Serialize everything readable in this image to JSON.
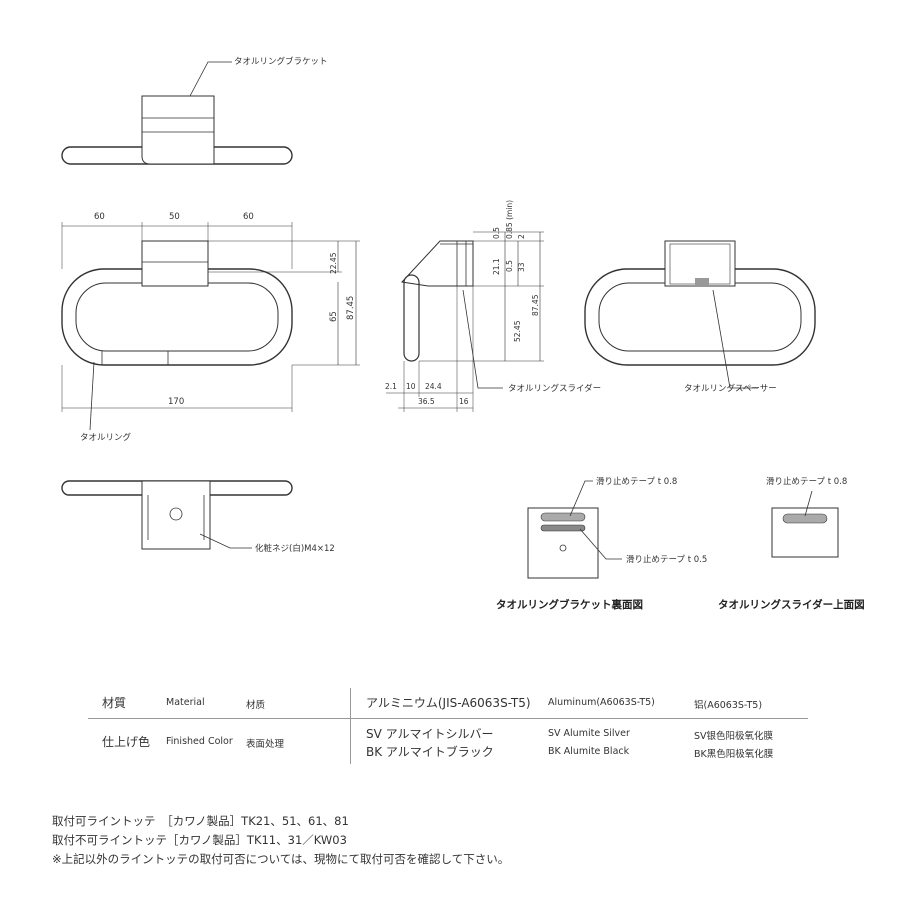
{
  "callouts": {
    "bracket": "タオルリングブラケット",
    "ring": "タオルリング",
    "slider": "タオルリングスライダー",
    "spacer": "タオルリングスペーサー",
    "screw": "化粧ネジ(白)M4×12",
    "tape_08_a": "滑り止めテープ t 0.8",
    "tape_05": "滑り止めテープ t 0.5",
    "tape_08_b": "滑り止めテープ t 0.8"
  },
  "dimensions": {
    "front_widths": [
      "60",
      "50",
      "60"
    ],
    "front_total": "170",
    "front_heights": [
      "22.45",
      "65",
      "87.45"
    ],
    "side_top": [
      "0.5",
      "0.85 (min)",
      "2"
    ],
    "side_right": [
      "21.1",
      "0.5",
      "33",
      "52.45",
      "87.45"
    ],
    "side_bottom_row1": [
      "2.1",
      "10",
      "24.4"
    ],
    "side_bottom_row2": [
      "36.5",
      "16"
    ]
  },
  "captions": {
    "bracket_back": "タオルリングブラケット裏面図",
    "slider_top": "タオルリングスライダー上面図"
  },
  "spec_table": {
    "rows": [
      {
        "label_ja": "材質",
        "label_en": "Material",
        "label_cn": "材质",
        "value_ja": [
          "アルミニウム(JIS-A6063S-T5)"
        ],
        "value_en": [
          "Aluminum(A6063S-T5)"
        ],
        "value_cn": [
          "铝(A6063S-T5)"
        ]
      },
      {
        "label_ja": "仕上げ色",
        "label_en": "Finished Color",
        "label_cn": "表面处理",
        "value_ja": [
          "SV アルマイトシルバー",
          "BK アルマイトブラック"
        ],
        "value_en": [
          "SV Alumite Silver",
          "BK Alumite Black"
        ],
        "value_cn": [
          "SV银色阳极氧化膜",
          "BK黑色阳极氧化膜"
        ]
      }
    ]
  },
  "notes": [
    "取付可ライントッテ　［カワノ製品］TK21、51、61、81",
    "取付不可ライントッテ［カワノ製品］TK11、31／KW03",
    "※上記以外のライントッテの取付可否については、現物にて取付可否を確認して下さい。"
  ]
}
